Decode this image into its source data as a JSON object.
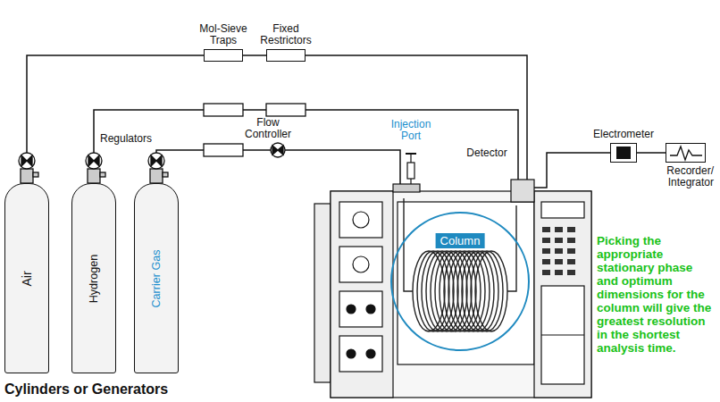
{
  "diagram": {
    "nodes": [
      {
        "text": [
          "Air"
        ]
      },
      {
        "text": [
          "Hydrogen"
        ]
      },
      {
        "text": [
          "Carrier Gas"
        ]
      },
      {
        "text": [
          "Mol-Sieve Traps"
        ]
      },
      {
        "text": [
          "Fixed Restrictors"
        ]
      },
      {
        "text": [
          "Column"
        ]
      },
      {
        "text": [
          "Electrometer"
        ]
      },
      {
        "text": [
          "Recorder/ Integrator"
        ]
      }
    ],
    "edges": [
      {
        "from": 0,
        "to": 3,
        "arrow": "none"
      },
      {
        "from": 3,
        "to": 4,
        "arrow": "none"
      },
      {
        "from": 6,
        "to": 7,
        "arrow": "none"
      }
    ],
    "labels": [
      "Regulators",
      "Flow Controller",
      "Injection Port",
      "Detector",
      "Cylinders or Generators",
      "Picking the appropriate stationary phase and optimum dimensions for the column will give the greatest resolution in the shortest analysis time."
    ]
  }
}
